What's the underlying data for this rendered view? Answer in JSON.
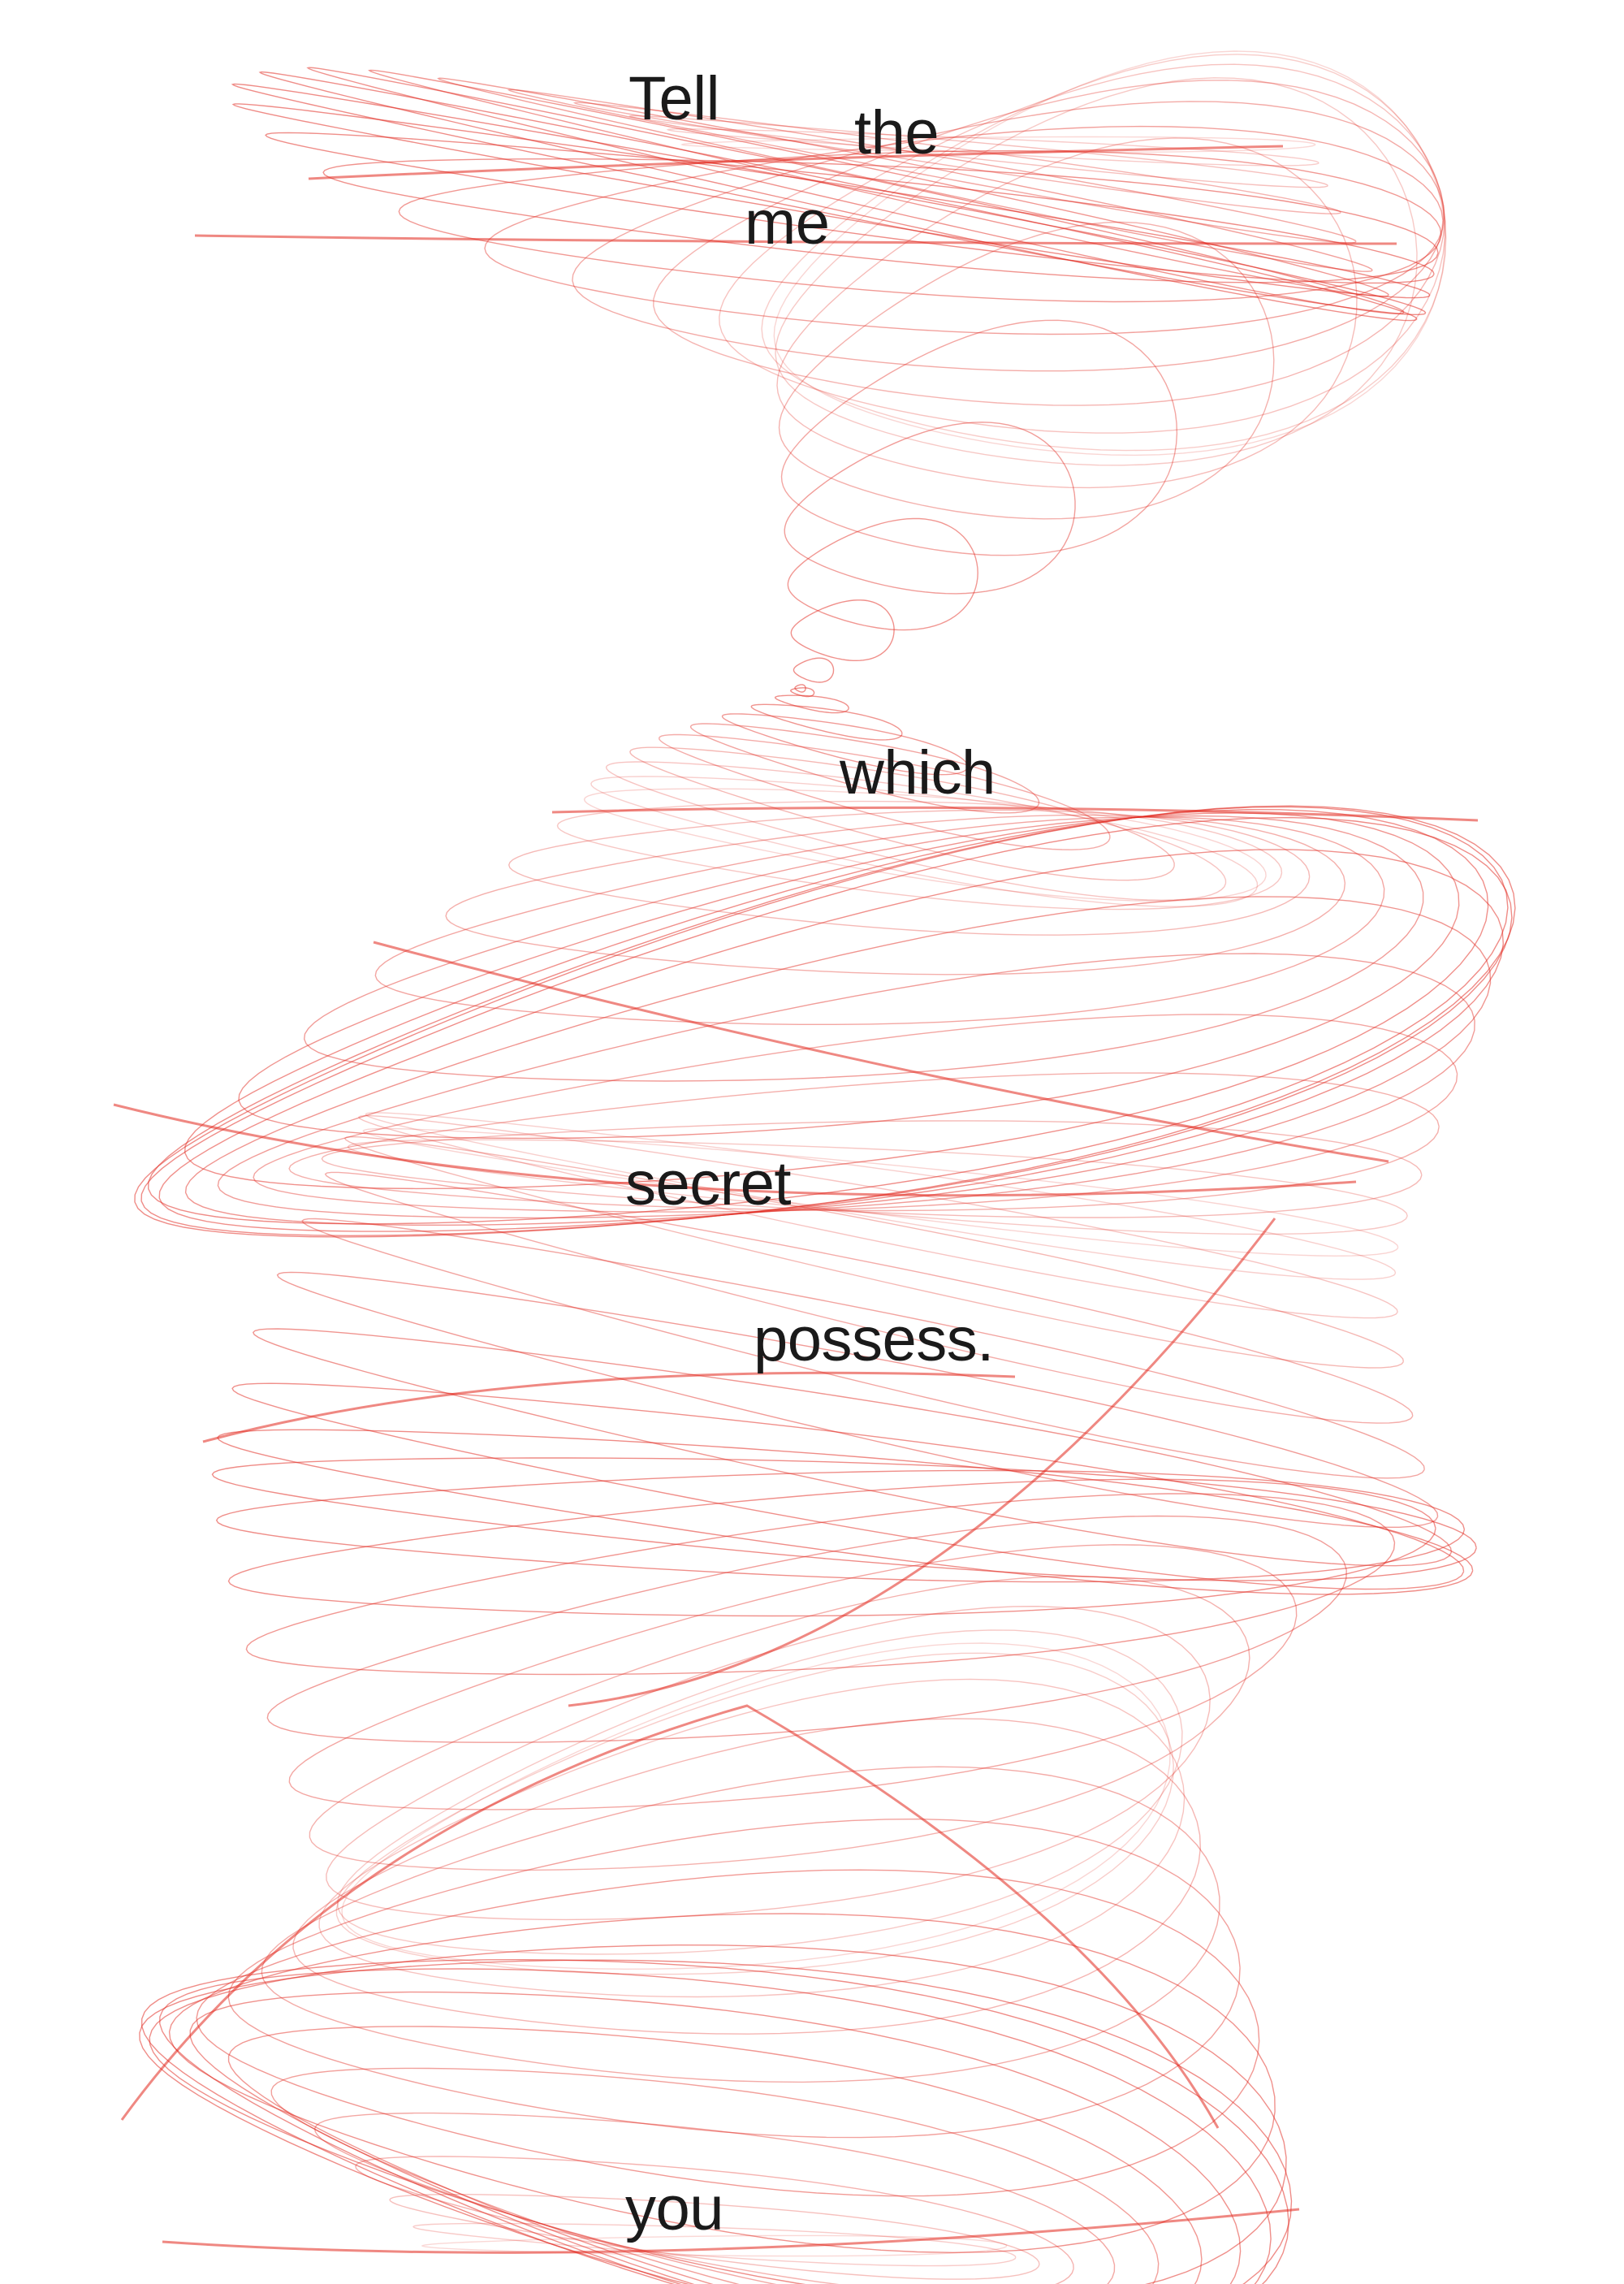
{
  "poster": {
    "words": {
      "tell": "Tell",
      "the": "the",
      "me": "me",
      "which": "which",
      "secret": "secret",
      "possess": "possess.",
      "you": "you"
    }
  },
  "colors": {
    "background": "#ffffff",
    "ribbon": "#e1261c",
    "text": "#1a1a1a"
  }
}
